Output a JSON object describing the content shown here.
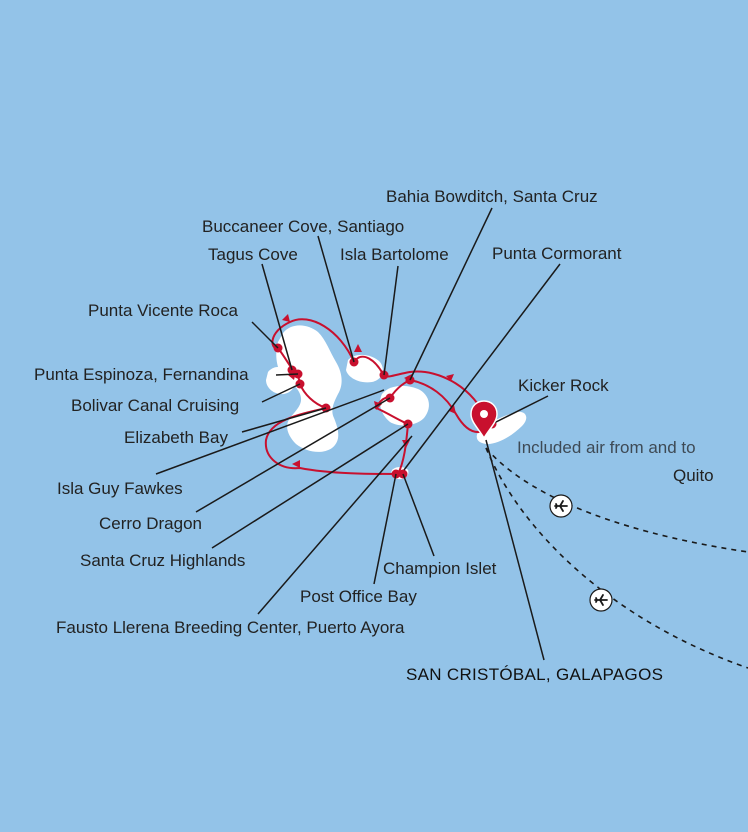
{
  "map": {
    "colors": {
      "sea": "#93c3e8",
      "land": "#ffffff",
      "route": "#c8102e",
      "leader": "#1a1a1a"
    },
    "start_port": "SAN CRISTÓBAL, GALAPAGOS",
    "air_note": {
      "line1": "Included air from and to",
      "line2": "Quito"
    },
    "air_icon": "airplane-icon",
    "pin_icon": "map-pin-icon",
    "stops": [
      "Bahia Bowditch, Santa Cruz",
      "Buccaneer Cove, Santiago",
      "Tagus Cove",
      "Isla Bartolome",
      "Punta Cormorant",
      "Punta Vicente Roca",
      "Kicker Rock",
      "Punta Espinoza, Fernandina",
      "Bolivar Canal Cruising",
      "Elizabeth Bay",
      "Isla Guy Fawkes",
      "Cerro Dragon",
      "Santa Cruz Highlands",
      "Champion Islet",
      "Post Office Bay",
      "Fausto Llerena Breeding Center, Puerto Ayora"
    ]
  }
}
